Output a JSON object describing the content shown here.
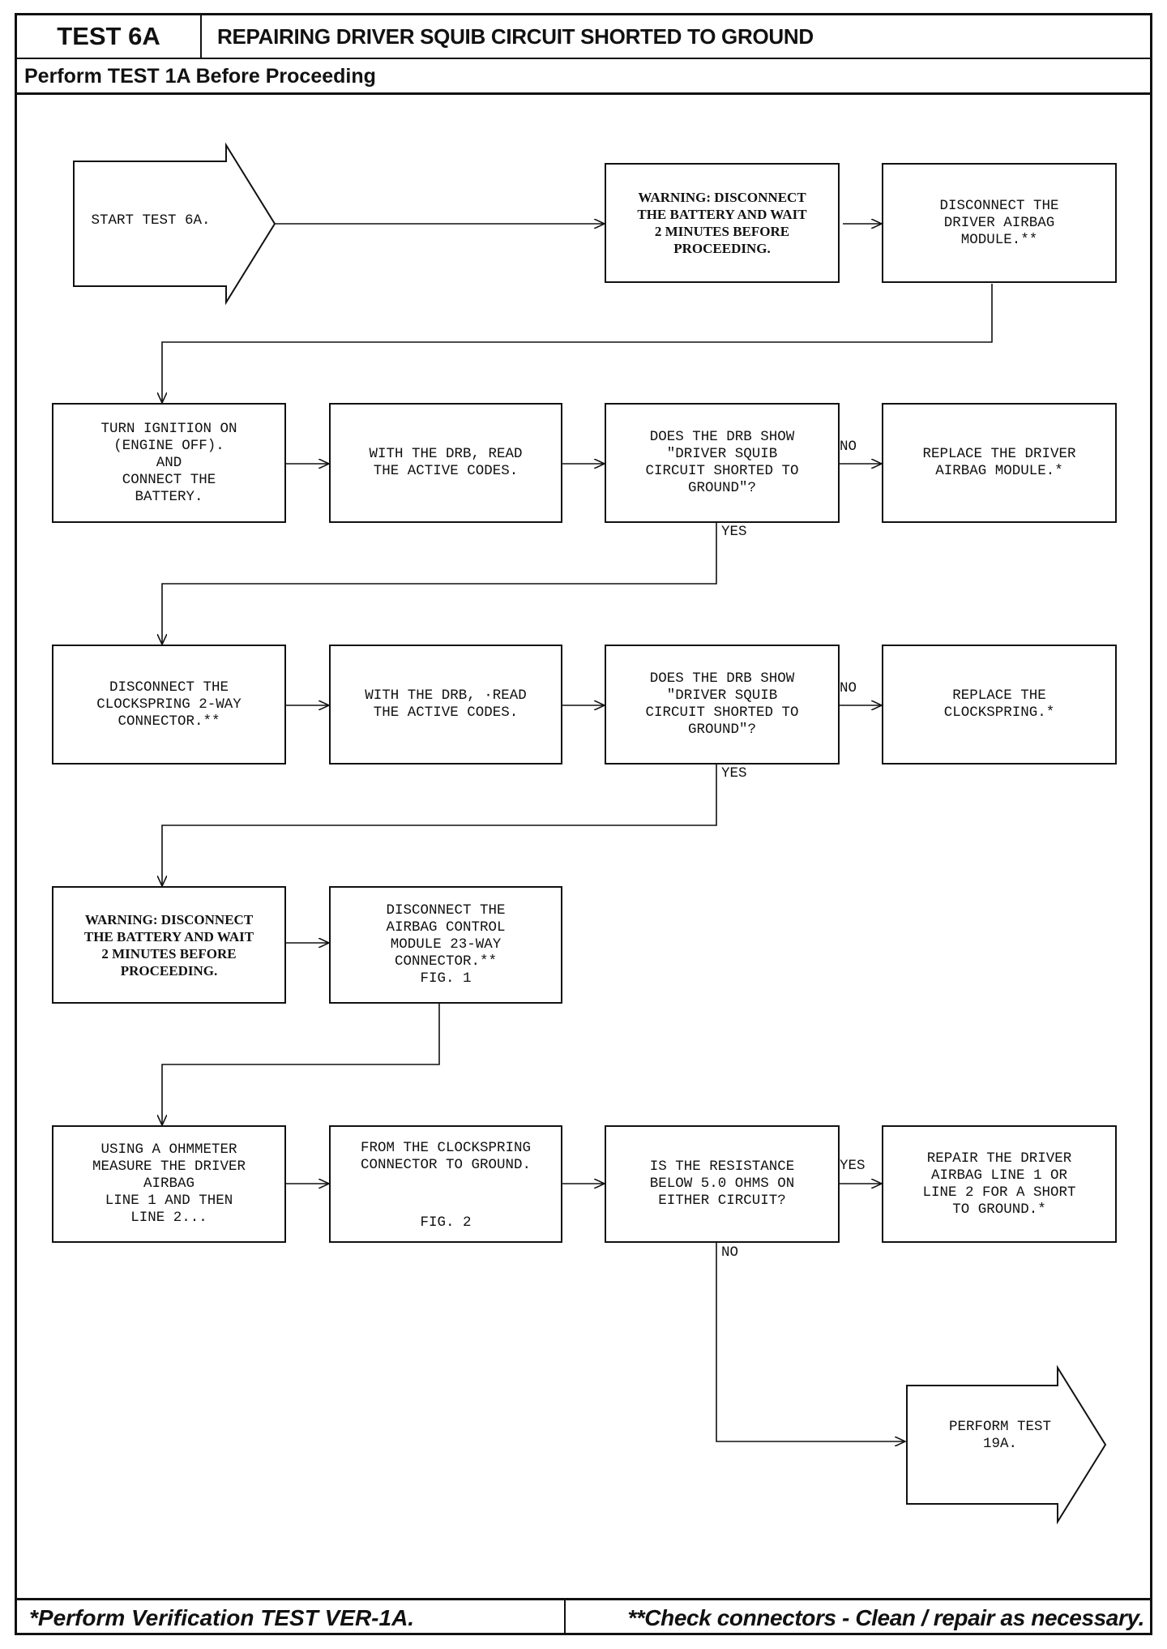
{
  "header": {
    "test_id": "TEST 6A",
    "title": "REPAIRING DRIVER SQUIB CIRCUIT SHORTED TO GROUND",
    "subtitle": "Perform TEST 1A Before Proceeding"
  },
  "footer": {
    "left_note": "*Perform Verification TEST VER-1A.",
    "right_note": "**Check connectors - Clean / repair as necessary."
  },
  "flow": {
    "start": "START TEST 6A.",
    "warning_1": "WARNING: DISCONNECT\nTHE BATTERY AND WAIT\n2 MINUTES BEFORE\nPROCEEDING.",
    "disconnect_airbag": "DISCONNECT THE\nDRIVER AIRBAG\nMODULE.**",
    "ignition_on": "TURN IGNITION ON\n(ENGINE OFF).\nAND\nCONNECT THE\nBATTERY.",
    "read_codes_1": "WITH THE DRB, READ\nTHE ACTIVE CODES.",
    "decision_1": "DOES THE DRB SHOW\n\"DRIVER SQUIB\nCIRCUIT SHORTED TO\nGROUND\"?",
    "replace_airbag": "REPLACE THE DRIVER\nAIRBAG MODULE.*",
    "disconnect_clockspring": "DISCONNECT THE\nCLOCKSPRING 2-WAY\nCONNECTOR.**",
    "read_codes_2": "WITH THE DRB, ·READ\nTHE ACTIVE CODES.",
    "decision_2": "DOES THE DRB SHOW\n\"DRIVER SQUIB\nCIRCUIT SHORTED TO\nGROUND\"?",
    "replace_clockspring": "REPLACE THE\nCLOCKSPRING.*",
    "warning_2": "WARNING:  DISCONNECT\nTHE BATTERY AND WAIT\n2 MINUTES BEFORE\nPROCEEDING.",
    "disconnect_acm": "DISCONNECT THE\nAIRBAG CONTROL\nMODULE 23-WAY\nCONNECTOR.**\nFIG. 1",
    "ohmmeter": "USING A OHMMETER\nMEASURE THE DRIVER\nAIRBAG\nLINE 1 AND THEN\nLINE 2...",
    "from_clockspring": "FROM THE CLOCKSPRING\nCONNECTOR TO GROUND.",
    "from_clockspring_fig": "FIG. 2",
    "decision_3": "IS THE RESISTANCE\nBELOW 5.0 OHMS ON\nEITHER CIRCUIT?",
    "repair_line": "REPAIR THE DRIVER\nAIRBAG LINE 1 OR\nLINE 2 FOR A SHORT\nTO GROUND.*",
    "end": "PERFORM TEST\n19A."
  },
  "branch_labels": {
    "d1_no": "NO",
    "d1_yes": "YES",
    "d2_no": "NO",
    "d2_yes": "YES",
    "d3_yes": "YES",
    "d3_no": "NO"
  }
}
